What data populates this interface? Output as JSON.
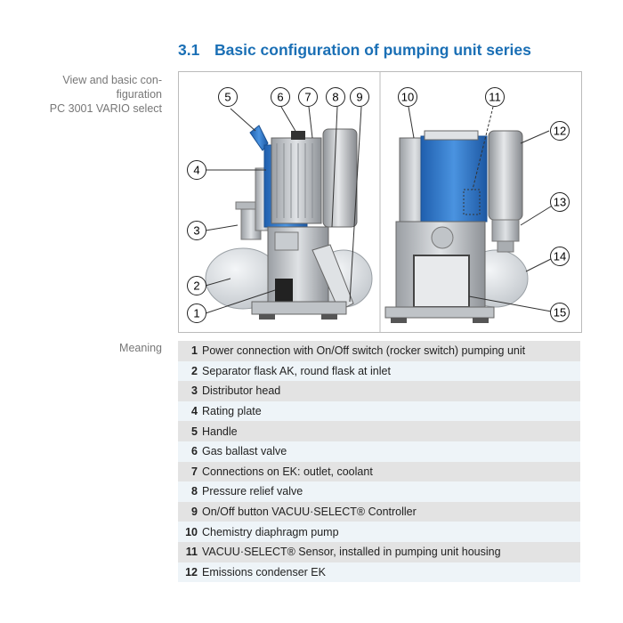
{
  "section": {
    "number": "3.1",
    "title": "Basic configuration of pumping unit series"
  },
  "side_caption": {
    "line1": "View and basic con-",
    "line2": "figuration",
    "line3": "PC 3001 VARIO select"
  },
  "meaning_label": "Meaning",
  "colors": {
    "heading": "#1a6fb5",
    "pump_blue": "#2b73c7",
    "row_gray": "#e3e3e3",
    "row_blue": "#eef4f8"
  },
  "figure": {
    "callouts": [
      "1",
      "2",
      "3",
      "4",
      "5",
      "6",
      "7",
      "8",
      "9",
      "10",
      "11",
      "12",
      "13",
      "14",
      "15"
    ]
  },
  "legend": [
    {
      "n": "1",
      "text": "Power connection with On/Off switch (rocker switch) pumping unit"
    },
    {
      "n": "2",
      "text": "Separator flask AK, round flask at inlet"
    },
    {
      "n": "3",
      "text": "Distributor head"
    },
    {
      "n": "4",
      "text": "Rating plate"
    },
    {
      "n": "5",
      "text": "Handle"
    },
    {
      "n": "6",
      "text": "Gas ballast valve"
    },
    {
      "n": "7",
      "text": "Connections on EK: outlet, coolant"
    },
    {
      "n": "8",
      "text": "Pressure relief valve"
    },
    {
      "n": "9",
      "text": "On/Off button VACUU·SELECT® Controller"
    },
    {
      "n": "10",
      "text": "Chemistry diaphragm pump"
    },
    {
      "n": "11",
      "text": "VACUU·SELECT® Sensor, installed in pumping unit housing"
    },
    {
      "n": "12",
      "text": "Emissions condenser EK"
    }
  ]
}
